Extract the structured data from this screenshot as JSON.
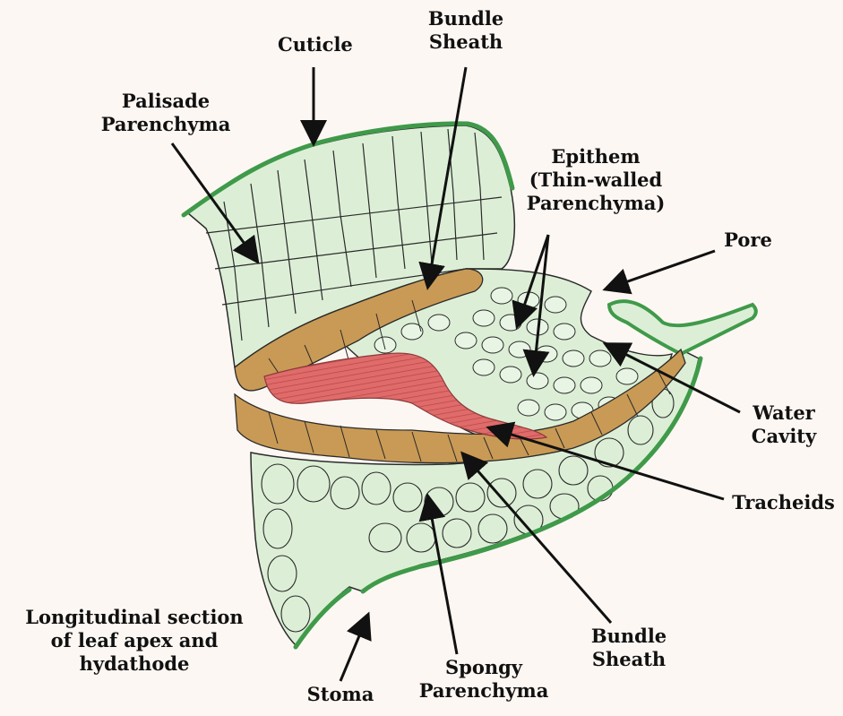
{
  "colors": {
    "background": "#fdf7f3",
    "cell_fill": "#dcefd6",
    "cuticle": "#3f9a4a",
    "bundle_sheath": "#c99a55",
    "tracheids": "#df6b6b",
    "outline": "#2a2a2a",
    "arrow": "#111111"
  },
  "labels": {
    "cuticle": "Cuticle",
    "bundle_sheath_top": [
      "Bundle",
      "Sheath"
    ],
    "palisade": [
      "Palisade",
      "Parenchyma"
    ],
    "epithem": [
      "Epithem",
      "(Thin-walled",
      "Parenchyma)"
    ],
    "pore": "Pore",
    "water_cavity": [
      "Water",
      "Cavity"
    ],
    "tracheids": "Tracheids",
    "bundle_sheath_bottom": [
      "Bundle",
      "Sheath"
    ],
    "spongy": [
      "Spongy",
      "Parenchyma"
    ],
    "stoma": "Stoma",
    "caption": [
      "Longitudinal section",
      "of leaf apex and",
      "hydathode"
    ]
  }
}
